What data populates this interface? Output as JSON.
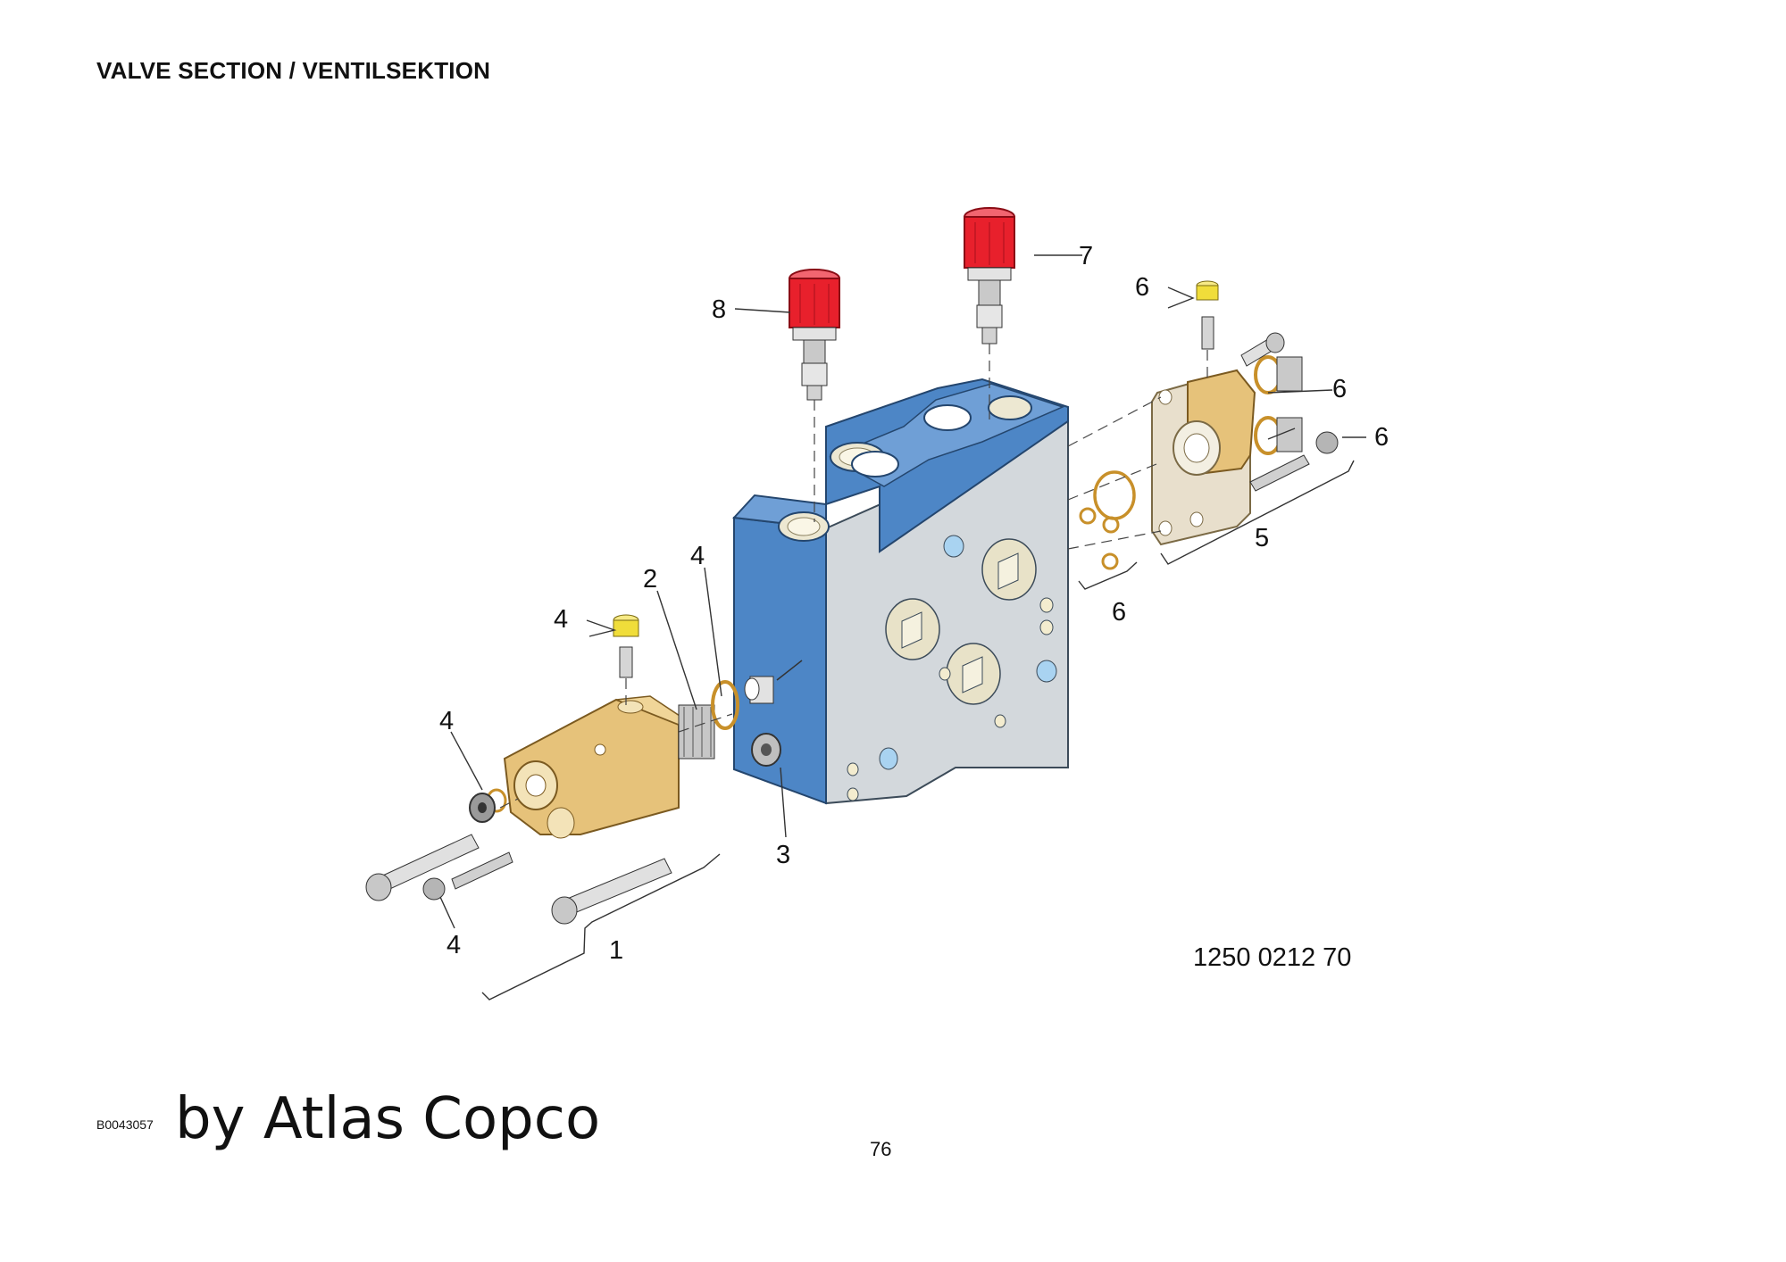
{
  "header": {
    "title": "VALVE SECTION / VENTILSEKTION"
  },
  "diagram": {
    "part_number": "1250 0212 70",
    "callouts": {
      "c1": "1",
      "c2": "2",
      "c3": "3",
      "c4a": "4",
      "c4b": "4",
      "c4c": "4",
      "c4d": "4",
      "c5": "5",
      "c6a": "6",
      "c6b": "6",
      "c6c": "6",
      "c6d": "6",
      "c7": "7",
      "c8": "8"
    },
    "colors": {
      "valve_block_blue": "#4d86c6",
      "valve_block_grey": "#d3d8dc",
      "cap_red": "#e8202c",
      "end_cover_gold": "#e6c27a",
      "plug_yellow": "#f0dd3a",
      "o_ring": "#c8902a"
    }
  },
  "footer": {
    "document_id": "B0043057",
    "brand": "by Atlas Copco",
    "page_number": "76"
  }
}
